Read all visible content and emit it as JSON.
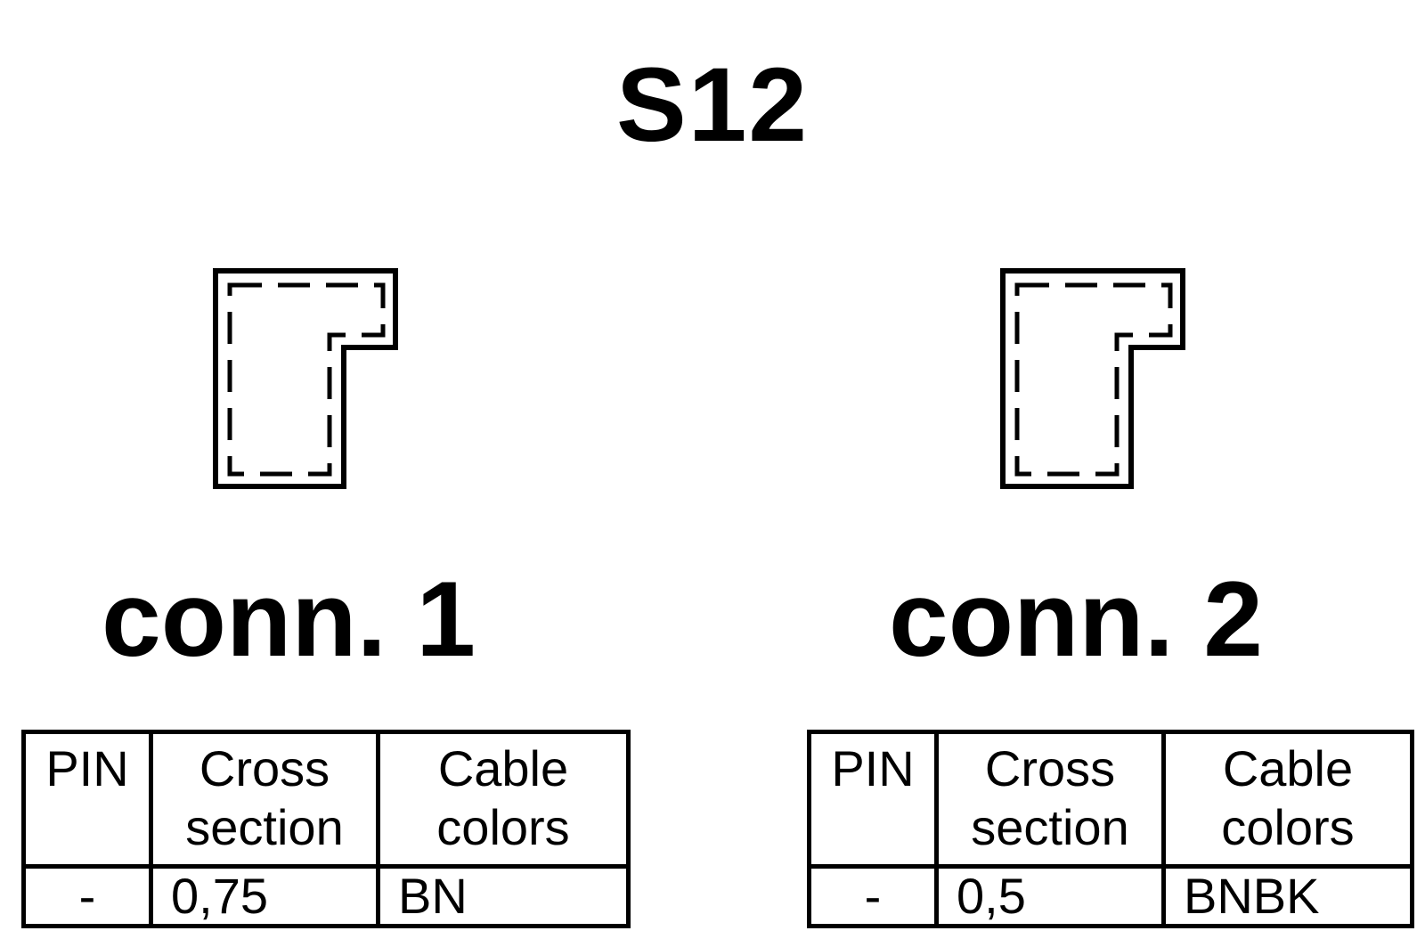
{
  "title": "S12",
  "connectors": [
    {
      "label": "conn. 1",
      "table": {
        "headers": {
          "pin": "PIN",
          "cross_l1": "Cross",
          "cross_l2": "section",
          "color_l1": "Cable",
          "color_l2": "colors"
        },
        "rows": [
          {
            "pin": "-",
            "cross": "0,75",
            "color": "BN"
          }
        ]
      }
    },
    {
      "label": "conn. 2",
      "table": {
        "headers": {
          "pin": "PIN",
          "cross_l1": "Cross",
          "cross_l2": "section",
          "color_l1": "Cable",
          "color_l2": "colors"
        },
        "rows": [
          {
            "pin": "-",
            "cross": "0,5",
            "color": "BNBK"
          }
        ]
      }
    }
  ]
}
